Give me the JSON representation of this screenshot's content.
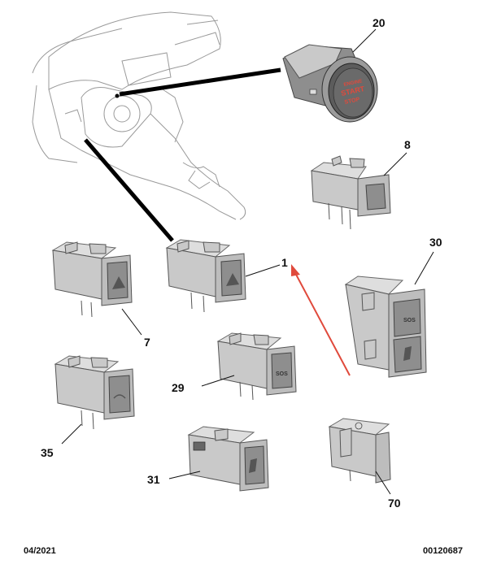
{
  "callouts": {
    "c20": "20",
    "c8": "8",
    "c30": "30",
    "c1": "1",
    "c7": "7",
    "c29": "29",
    "c35": "35",
    "c31": "31",
    "c70": "70"
  },
  "button_text": {
    "line1": "ENGINE",
    "line2": "START",
    "line3": "STOP"
  },
  "sos_label": "SOS",
  "footer": {
    "date": "04/2021",
    "ref": "00120687"
  },
  "colors": {
    "arrow": "#e04a3c",
    "switch_body": "#c9c9c9"
  }
}
